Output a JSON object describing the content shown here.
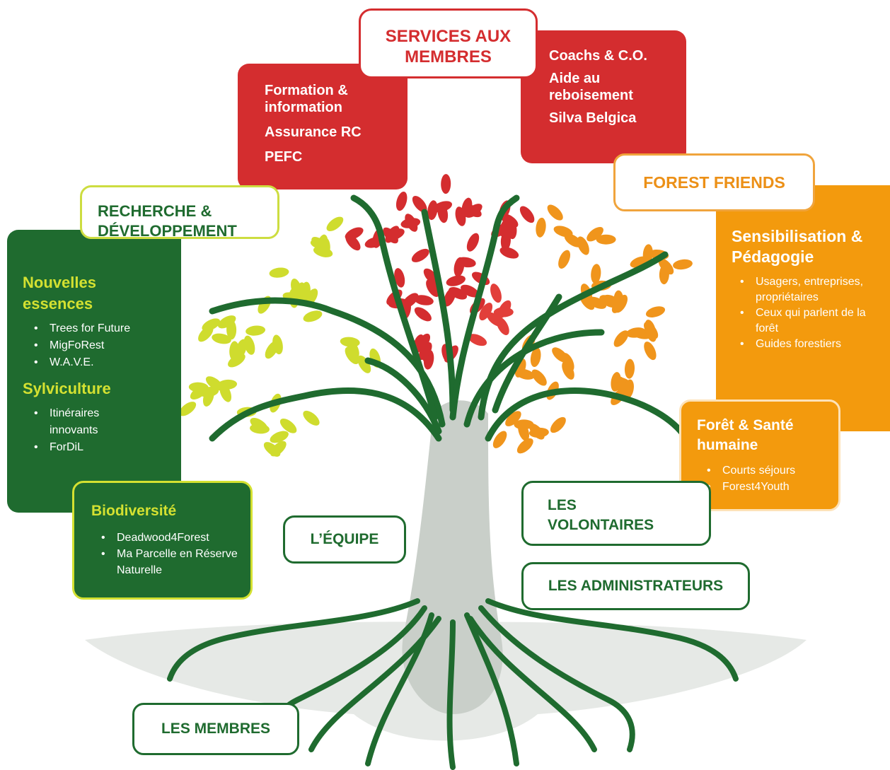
{
  "colors": {
    "red": "#d42d2f",
    "orange": "#f39a0d",
    "dark_green": "#1f6b2f",
    "lime": "#d4e131",
    "trunk_grey": "#c9cfc9"
  },
  "services": {
    "title": "SERVICES AUX\nMEMBRES",
    "left_items": [
      "Formation & information",
      "Assurance RC",
      "PEFC"
    ],
    "right_items": [
      "Coachs & C.O.",
      "Aide au reboisement",
      "Silva Belgica"
    ]
  },
  "forest_friends": {
    "title": "FOREST FRIENDS",
    "sensibilisation": {
      "title": "Sensibilisation & Pédagogie",
      "items": [
        "Usagers, entreprises, propriétaires",
        "Ceux qui parlent de la forêt",
        "Guides forestiers"
      ]
    },
    "sante": {
      "title": "Forêt & Santé humaine",
      "items": [
        "Courts séjours",
        "Forest4Youth"
      ]
    }
  },
  "research": {
    "title": "RECHERCHE &\nDÉVELOPPEMENT",
    "nouvelles": {
      "title": "Nouvelles essences",
      "items": [
        "Trees for Future",
        "MigFoRest",
        "W.A.V.E."
      ]
    },
    "sylviculture": {
      "title": "Sylviculture",
      "items": [
        "Itinéraires innovants",
        "ForDiL"
      ]
    },
    "biodiversite": {
      "title": "Biodiversité",
      "items": [
        "Deadwood4Forest",
        "Ma Parcelle en Réserve Naturelle"
      ]
    }
  },
  "labels": {
    "equipe": "L’ÉQUIPE",
    "volontaires": "LES\nVOLONTAIRES",
    "administrateurs": "LES ADMINISTRATEURS",
    "membres": "LES MEMBRES"
  }
}
